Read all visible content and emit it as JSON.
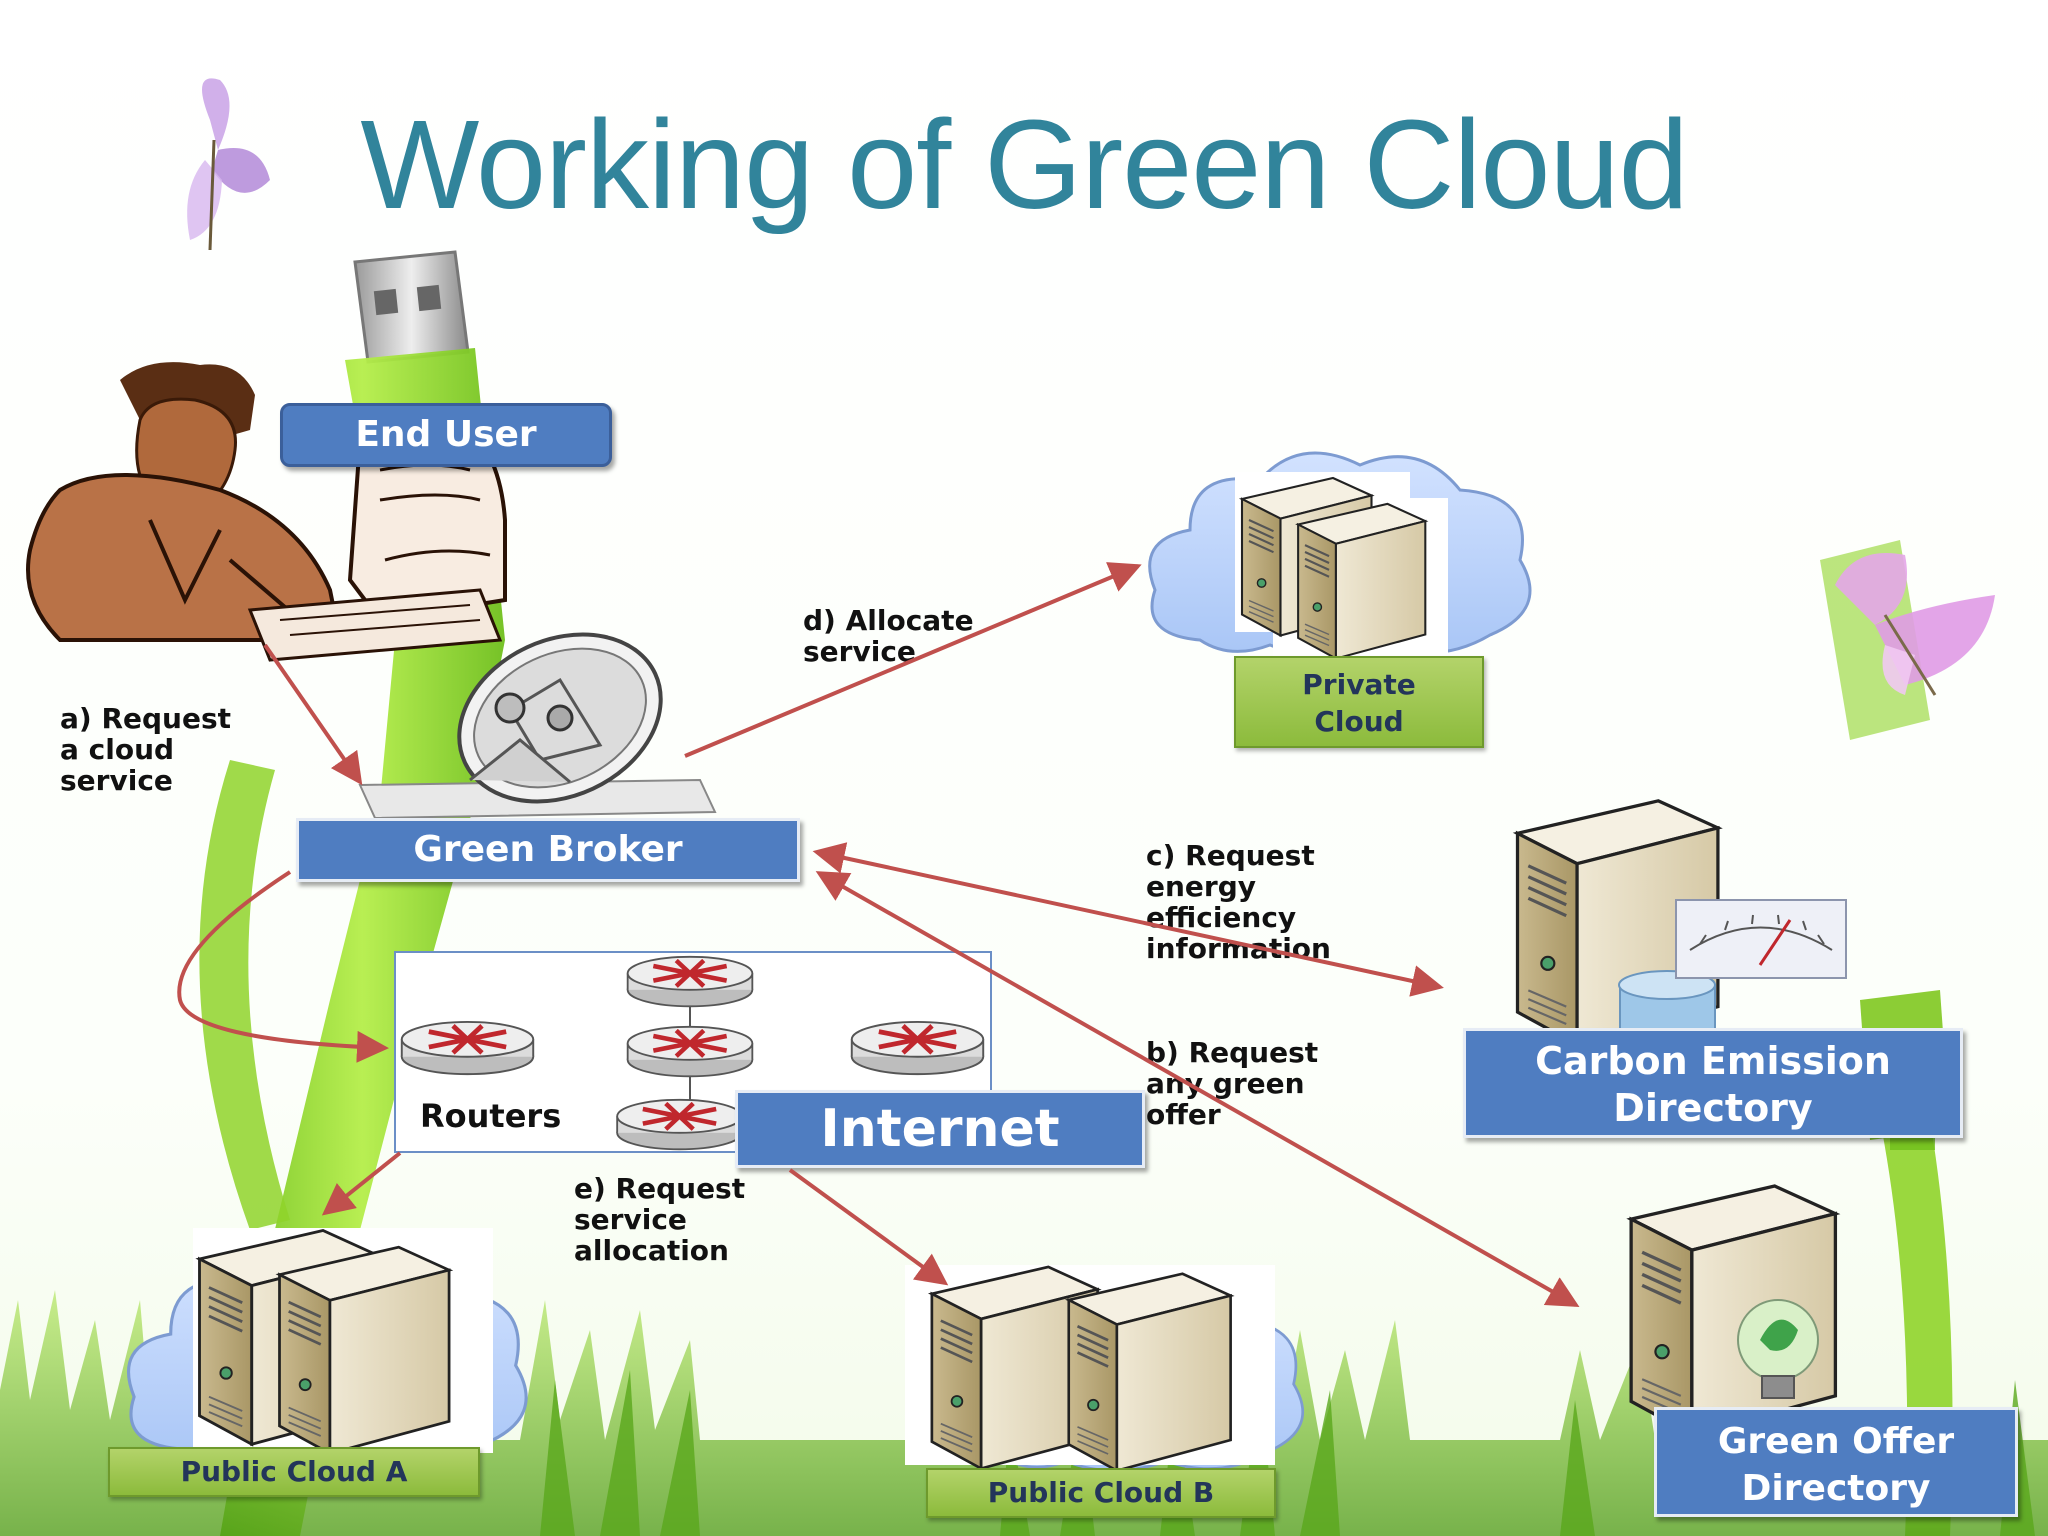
{
  "slide": {
    "title": "Working of Green Cloud"
  },
  "colors": {
    "title": "#31849b",
    "blue_box": "#4f7dc1",
    "green_box": "#9cc64f",
    "arrow": "#c0504d",
    "cable": "#8fd42a"
  },
  "nodes": {
    "end_user": "End User",
    "green_broker": "Green Broker",
    "private_cloud": [
      "Private",
      "Cloud"
    ],
    "carbon_directory": [
      "Carbon Emission",
      "Directory"
    ],
    "green_offer_directory": [
      "Green Offer",
      "Directory"
    ],
    "routers": "Routers",
    "internet": "Internet",
    "public_cloud_a": "Public Cloud A",
    "public_cloud_b": "Public Cloud B"
  },
  "steps": {
    "a": [
      "a) Request",
      "a cloud",
      "service"
    ],
    "b": [
      "b) Request",
      "any green",
      "offer"
    ],
    "c": [
      "c) Request",
      "energy",
      "efficiency",
      "information"
    ],
    "d": [
      "d) Allocate",
      "service"
    ],
    "e": [
      "e) Request",
      "service",
      "allocation"
    ]
  },
  "icons": [
    "butterfly-icon",
    "usb-cable-icon",
    "user-at-computer-icon",
    "satellite-dish-icon",
    "server-icon",
    "cloud-icon",
    "router-icon",
    "meter-icon",
    "database-icon",
    "light-bulb-icon",
    "grass-icon"
  ]
}
